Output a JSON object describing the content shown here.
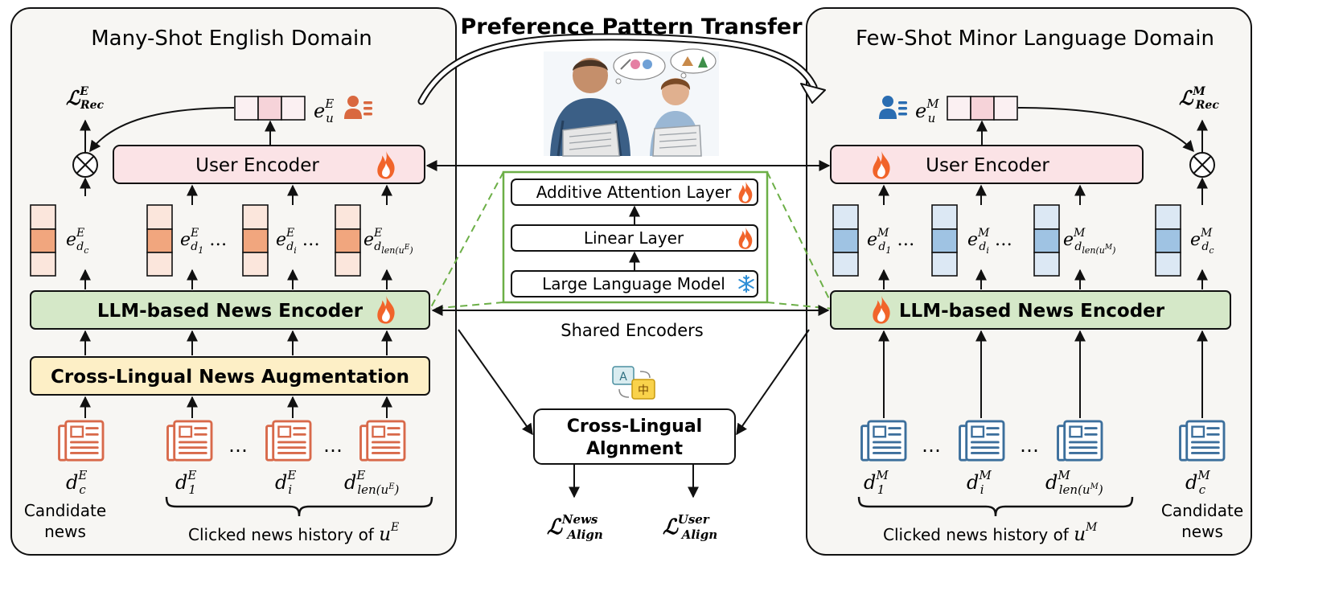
{
  "header": {
    "title": "Preference Pattern Transfer"
  },
  "left_domain": {
    "title": "Many-Shot English Domain",
    "user_encoder": "User Encoder",
    "news_encoder": "LLM-based News Encoder",
    "augmentation": "Cross-Lingual News Augmentation",
    "loss": {
      "base": "ℒ",
      "sup": "E",
      "sub": "Rec"
    },
    "user_emb": {
      "base": "e",
      "sub": "u",
      "sup": "E"
    },
    "emb_labels": [
      {
        "base": "e",
        "sub": "d",
        "subsub": "c",
        "sup": "E",
        "suffix": ""
      },
      {
        "base": "e",
        "sub": "d",
        "subsub": "1",
        "sup": "E",
        "suffix": " …"
      },
      {
        "base": "e",
        "sub": "d",
        "subsub": "i",
        "sup": "E",
        "suffix": " …"
      },
      {
        "base": "e",
        "sub": "d",
        "subsub": "len(u",
        "subsup": "E",
        "subtail": ")",
        "sup": "E",
        "suffix": ""
      }
    ],
    "doc_labels": [
      {
        "base": "d",
        "sub": "c",
        "sup": "E"
      },
      {
        "base": "d",
        "sub": "1",
        "sup": "E"
      },
      {
        "base": "d",
        "sub": "i",
        "sup": "E"
      },
      {
        "base": "d",
        "sub": "len(u",
        "subsup": "E",
        "subtail": ")",
        "sup": "E"
      }
    ],
    "dots": "…",
    "candidate_label": [
      "Candidate",
      "news"
    ],
    "history_label": "Clicked news history of ",
    "history_user": {
      "base": "u",
      "sup": "E"
    }
  },
  "right_domain": {
    "title": "Few-Shot Minor Language Domain",
    "user_encoder": "User Encoder",
    "news_encoder": "LLM-based News Encoder",
    "loss": {
      "base": "ℒ",
      "sup": "M",
      "sub": "Rec"
    },
    "user_emb": {
      "base": "e",
      "sub": "u",
      "sup": "M"
    },
    "emb_labels": [
      {
        "base": "e",
        "sub": "d",
        "subsub": "1",
        "sup": "M",
        "suffix": " …"
      },
      {
        "base": "e",
        "sub": "d",
        "subsub": "i",
        "sup": "M",
        "suffix": " …"
      },
      {
        "base": "e",
        "sub": "d",
        "subsub": "len(u",
        "subsup": "M",
        "subtail": ")",
        "sup": "M",
        "suffix": ""
      },
      {
        "base": "e",
        "sub": "d",
        "subsub": "c",
        "sup": "M",
        "suffix": ""
      }
    ],
    "doc_labels": [
      {
        "base": "d",
        "sub": "1",
        "sup": "M"
      },
      {
        "base": "d",
        "sub": "i",
        "sup": "M"
      },
      {
        "base": "d",
        "sub": "len(u",
        "subsup": "M",
        "subtail": ")",
        "sup": "M"
      },
      {
        "base": "d",
        "sub": "c",
        "sup": "M"
      }
    ],
    "dots": "…",
    "candidate_label": [
      "Candidate",
      "news"
    ],
    "history_label": "Clicked news history of ",
    "history_user": {
      "base": "u",
      "sup": "M"
    }
  },
  "shared": {
    "layers": [
      "Additive Attention Layer",
      "Linear Layer",
      "Large Language Model"
    ],
    "caption": "Shared Encoders",
    "alignment": [
      "Cross-Lingual",
      "Algnment"
    ],
    "news_loss": {
      "base": "ℒ",
      "sup": "News",
      "sub": "Align"
    },
    "user_loss": {
      "base": "ℒ",
      "sup": "User",
      "sub": "Align"
    },
    "translate_glyphs": [
      "A",
      "中"
    ]
  },
  "colors": {
    "panel_bg": "#f7f6f3",
    "user_encoder_bg": "#fbe3e6",
    "news_encoder_bg": "#d5e8c8",
    "augmentation_bg": "#fdefc6",
    "english_accent": "#d8694a",
    "english_cell": "#fbe6dc",
    "english_cell_mid": "#f1a67e",
    "minor_accent": "#3c6f9c",
    "minor_cell": "#dce8f4",
    "minor_cell_mid": "#9fc3e3",
    "shared_border": "#6caf47",
    "flame": "#f1642a",
    "snowflake": "#2f8fd6",
    "user_icon_en": "#d9683f",
    "user_icon_minor": "#2a6db2"
  },
  "icons": [
    "newspaper-icon",
    "user-profile-icon",
    "flame-icon",
    "snowflake-icon",
    "translate-icon",
    "product-operator-icon",
    "family-reading-photo"
  ]
}
